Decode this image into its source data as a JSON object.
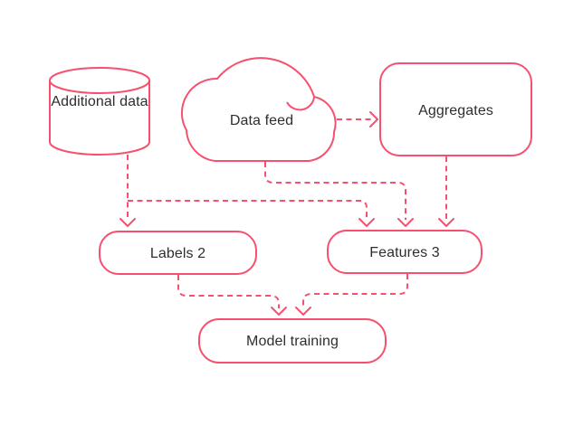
{
  "diagram": {
    "colors": {
      "accent": "#f7506f",
      "text": "#2e2e2e",
      "background": "#ffffff"
    },
    "nodes": [
      {
        "id": "additional-data",
        "shape": "cylinder",
        "label": "Additional data"
      },
      {
        "id": "data-feed",
        "shape": "cloud",
        "label": "Data feed"
      },
      {
        "id": "aggregates",
        "shape": "rounded-rectangle",
        "label": "Aggregates"
      },
      {
        "id": "labels-2",
        "shape": "rounded-rectangle",
        "label": "Labels 2"
      },
      {
        "id": "features-3",
        "shape": "rounded-rectangle",
        "label": "Features 3"
      },
      {
        "id": "model-training",
        "shape": "rounded-rectangle",
        "label": "Model training"
      }
    ],
    "edges": [
      {
        "from": "additional-data",
        "to": "labels-2",
        "style": "dashed-arrow"
      },
      {
        "from": "additional-data",
        "to": "features-3",
        "style": "dashed-arrow"
      },
      {
        "from": "data-feed",
        "to": "aggregates",
        "style": "dashed-arrow"
      },
      {
        "from": "data-feed",
        "to": "features-3",
        "style": "dashed-arrow"
      },
      {
        "from": "aggregates",
        "to": "features-3",
        "style": "dashed-arrow"
      },
      {
        "from": "labels-2",
        "to": "model-training",
        "style": "dashed-arrow"
      },
      {
        "from": "features-3",
        "to": "model-training",
        "style": "dashed-arrow"
      }
    ]
  }
}
